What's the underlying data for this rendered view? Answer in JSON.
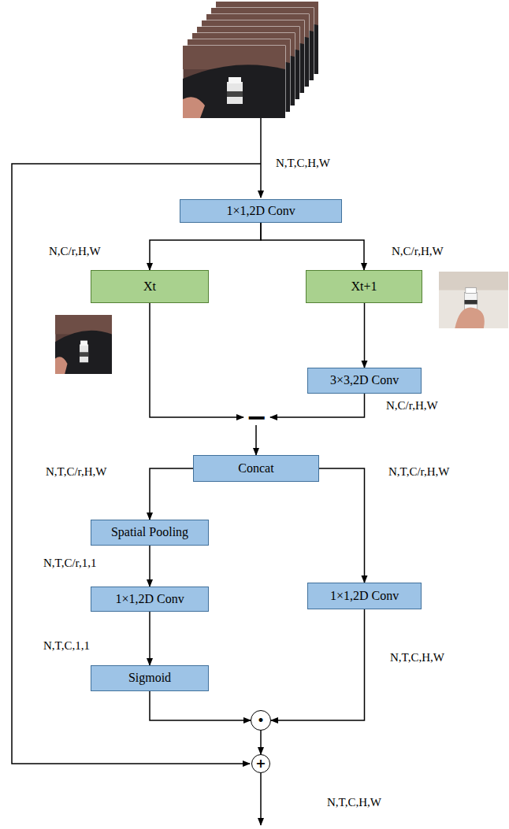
{
  "diagram": {
    "nodes": [
      {
        "text": [
          "1×1,2D Conv"
        ]
      },
      {
        "text": [
          "Xt"
        ]
      },
      {
        "text": [
          "Xt+1"
        ]
      },
      {
        "text": [
          "3×3,2D Conv"
        ]
      },
      {
        "text": [
          "−"
        ]
      },
      {
        "text": [
          "Concat"
        ]
      },
      {
        "text": [
          "Spatial Pooling"
        ]
      },
      {
        "text": [
          "1×1,2D Conv"
        ]
      },
      {
        "text": [
          "1×1,2D Conv"
        ]
      },
      {
        "text": [
          "Sigmoid"
        ]
      },
      {
        "text": [
          "•"
        ]
      },
      {
        "text": [
          "+"
        ]
      }
    ],
    "edges": [
      {
        "from": 0,
        "to": 1,
        "arrow": "to"
      },
      {
        "from": 0,
        "to": 2,
        "arrow": "to"
      },
      {
        "from": 2,
        "to": 3,
        "arrow": "to"
      },
      {
        "from": 1,
        "to": 4,
        "arrow": "to"
      },
      {
        "from": 3,
        "to": 4,
        "arrow": "to"
      },
      {
        "from": 4,
        "to": 5,
        "arrow": "to"
      },
      {
        "from": 5,
        "to": 6,
        "arrow": "to"
      },
      {
        "from": 5,
        "to": 8,
        "arrow": "to"
      },
      {
        "from": 6,
        "to": 7,
        "arrow": "to"
      },
      {
        "from": 7,
        "to": 9,
        "arrow": "to"
      },
      {
        "from": 9,
        "to": 10,
        "arrow": "to"
      },
      {
        "from": 8,
        "to": 10,
        "arrow": "to"
      },
      {
        "from": 10,
        "to": 11,
        "arrow": "to"
      }
    ],
    "labels": [
      "N,T,C,H,W",
      "N,C/r,H,W",
      "N,C/r,H,W",
      "N,C/r,H,W",
      "N,T,C/r,H,W",
      "N,T,C/r,H,W",
      "N,T,C/r,1,1",
      "N,T,C,1,1",
      "N,T,C,H,W",
      "N,T,C,H,W"
    ]
  }
}
